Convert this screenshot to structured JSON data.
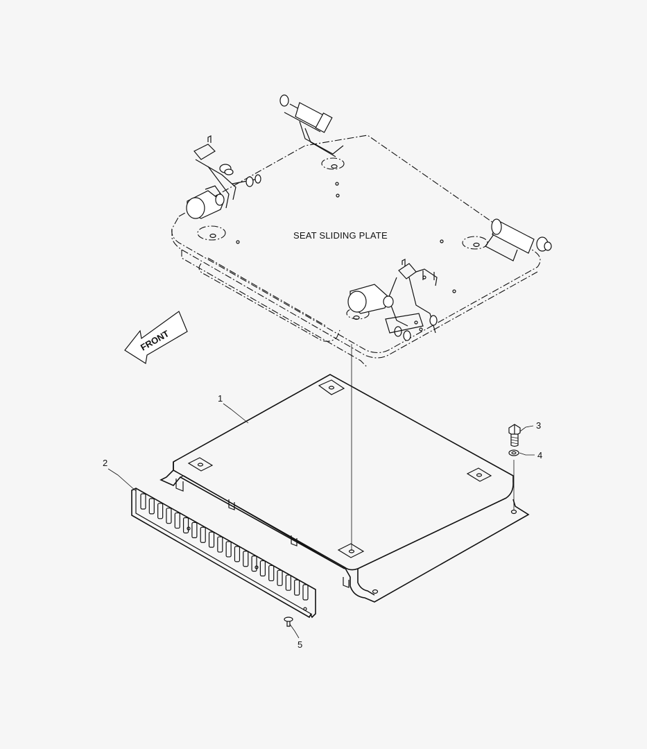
{
  "title": "SEAT SLIDING PLATE",
  "front_label": "FRONT",
  "callouts": [
    {
      "id": "callout-1",
      "text": "1"
    },
    {
      "id": "callout-2",
      "text": "2"
    },
    {
      "id": "callout-3",
      "text": "3"
    },
    {
      "id": "callout-4",
      "text": "4"
    },
    {
      "id": "callout-5",
      "text": "5"
    }
  ],
  "parts": [
    {
      "number": "1",
      "part": "mounting-plate"
    },
    {
      "number": "2",
      "part": "louvered-cover"
    },
    {
      "number": "3",
      "part": "bolt"
    },
    {
      "number": "4",
      "part": "washer"
    },
    {
      "number": "5",
      "part": "screw"
    }
  ]
}
